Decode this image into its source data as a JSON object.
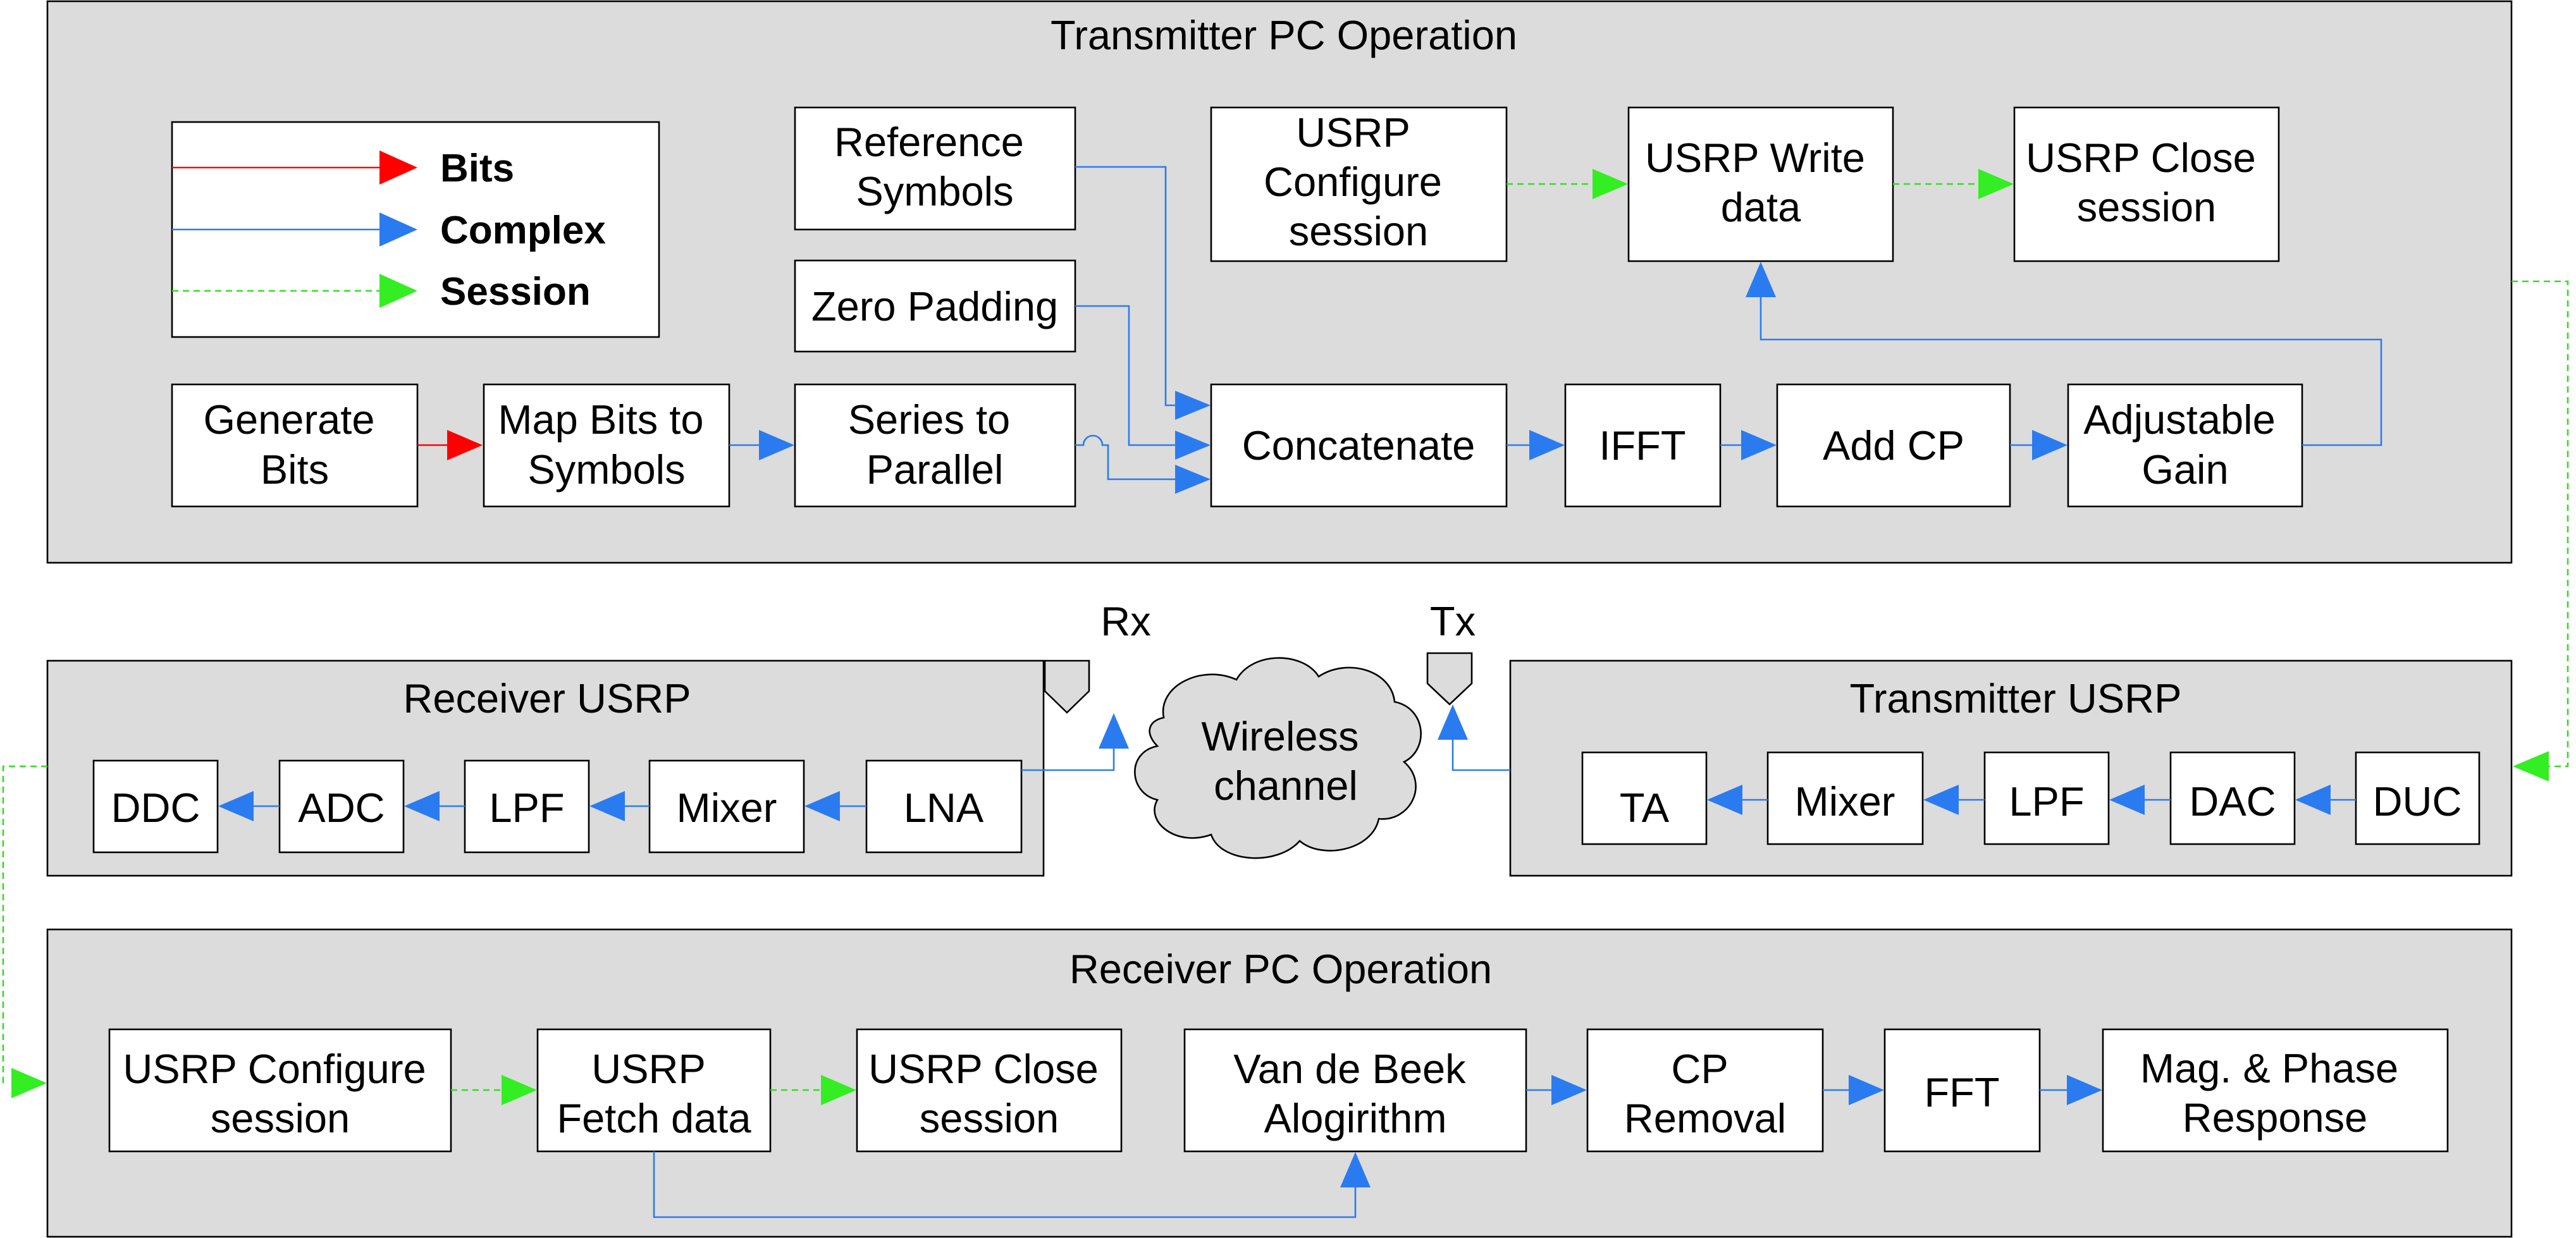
{
  "colors": {
    "bits": "#ff0000",
    "complex": "#2b7bf0",
    "session": "#33ee22",
    "panel_fill": "#dcdcdc"
  },
  "legend": {
    "bits": "Bits",
    "complex": "Complex",
    "session": "Session"
  },
  "tx_pc": {
    "title": "Transmitter PC Operation",
    "reference_symbols": [
      "Reference",
      "Symbols"
    ],
    "zero_padding": [
      "Zero Padding"
    ],
    "generate_bits": [
      "Generate",
      "Bits"
    ],
    "map_bits": [
      "Map Bits to",
      "Symbols"
    ],
    "series_parallel": [
      "Series to",
      "Parallel"
    ],
    "concatenate": [
      "Concatenate"
    ],
    "ifft": [
      "IFFT"
    ],
    "add_cp": [
      "Add CP"
    ],
    "adjustable_gain": [
      "Adjustable",
      "Gain"
    ],
    "usrp_configure": [
      "USRP",
      "Configure",
      "session"
    ],
    "usrp_write": [
      "USRP Write",
      "data"
    ],
    "usrp_close": [
      "USRP Close",
      "session"
    ]
  },
  "rx_usrp": {
    "title": "Receiver USRP",
    "ddc": "DDC",
    "adc": "ADC",
    "lpf": "LPF",
    "mixer": "Mixer",
    "lna": "LNA"
  },
  "channel": {
    "rx_label": "Rx",
    "tx_label": "Tx",
    "cloud": [
      "Wireless",
      "channel"
    ]
  },
  "tx_usrp": {
    "title": "Transmitter USRP",
    "ta": "TA",
    "mixer": "Mixer",
    "lpf": "LPF",
    "dac": "DAC",
    "duc": "DUC"
  },
  "rx_pc": {
    "title": "Receiver PC Operation",
    "usrp_configure": [
      "USRP Configure",
      "session"
    ],
    "usrp_fetch": [
      "USRP",
      "Fetch data"
    ],
    "usrp_close": [
      "USRP Close",
      "session"
    ],
    "van_de_beek": [
      "Van de Beek",
      "Alogirithm"
    ],
    "cp_removal": [
      "CP",
      "Removal"
    ],
    "fft": [
      "FFT"
    ],
    "mag_phase": [
      "Mag. & Phase",
      "Response"
    ]
  }
}
